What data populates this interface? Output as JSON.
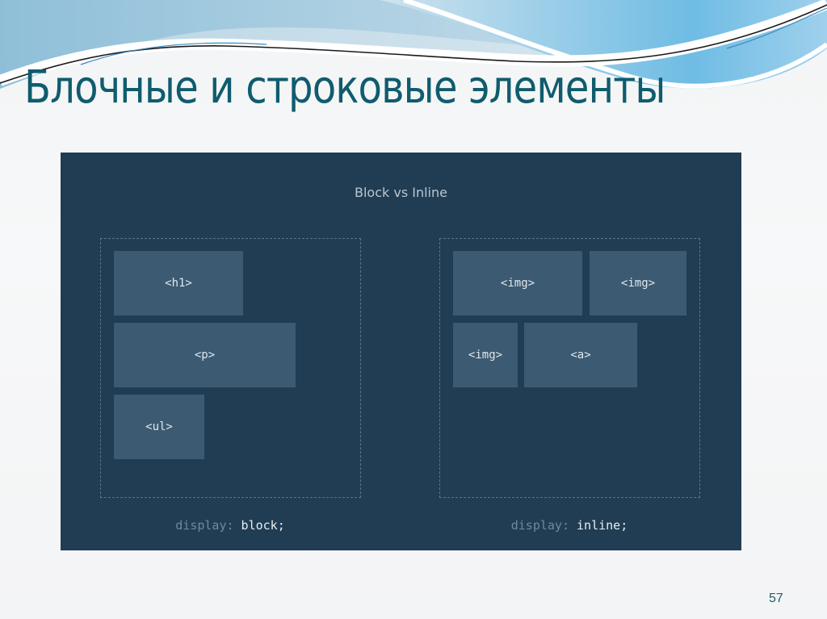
{
  "slide": {
    "title": "Блочные и строковые элементы",
    "page_number": "57",
    "colors": {
      "title": "#0f5c6e",
      "figure_bg": "#203d54",
      "element_bg": "#3c5a72",
      "dashed_border": "#5d7688"
    }
  },
  "figure": {
    "title": "Block vs  Inline",
    "block": {
      "elements": [
        {
          "label": "<h1>"
        },
        {
          "label": "<p>"
        },
        {
          "label": "<ul>"
        }
      ],
      "caption_property": "display:",
      "caption_value": "block;"
    },
    "inline": {
      "elements": [
        {
          "label": "<img>"
        },
        {
          "label": "<img>"
        },
        {
          "label": "<img>"
        },
        {
          "label": "<a>"
        }
      ],
      "caption_property": "display:",
      "caption_value": "inline;"
    }
  }
}
